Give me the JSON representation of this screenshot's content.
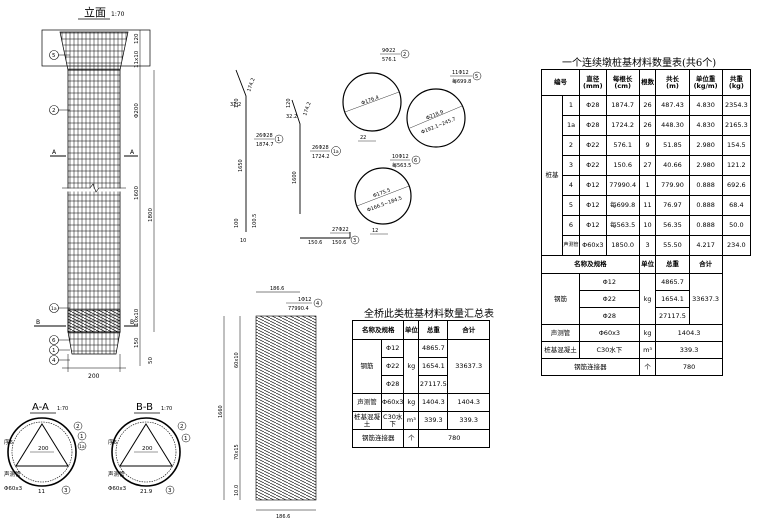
{
  "elevation": {
    "title": "立面",
    "scale": "1:70",
    "dims": {
      "top": "120",
      "flare": "11x10",
      "upper_spacing": "Φ200",
      "mid": "1600",
      "total": "1800",
      "lower_spacing": "10x10",
      "bottom": "150",
      "bottom2": "50",
      "width": "200"
    },
    "section_marks": [
      "A",
      "A",
      "B",
      "B"
    ],
    "callouts": [
      "5",
      "2",
      "1a",
      "6",
      "1",
      "4"
    ]
  },
  "section_aa": {
    "title": "A-A",
    "scale": "1:70",
    "dia": "200",
    "label_sw": "声测管",
    "label_pipe": "Φ60x3",
    "label_ring": "序6",
    "bottom_dim": "11",
    "callouts": [
      "2",
      "1",
      "1a",
      "3"
    ]
  },
  "section_bb": {
    "title": "B-B",
    "scale": "1:70",
    "dia": "200",
    "label_sw": "声测管",
    "label_pipe": "Φ60x3",
    "label_ring": "序6",
    "bottom_dim": "21.9",
    "callouts": [
      "2",
      "1",
      "3"
    ]
  },
  "bar_details": {
    "bar1": {
      "dims": [
        "174.2",
        "120",
        "32.2",
        "1650",
        "100",
        "10",
        "100.5"
      ],
      "spec": "26Φ28",
      "len": "1874.7",
      "mark": "1"
    },
    "bar1a": {
      "dims": [
        "174.2",
        "120",
        "32.2",
        "1600"
      ],
      "spec": "26Φ28",
      "len": "1724.2",
      "mark": "1a"
    },
    "bar2": {
      "spec": "9Φ22",
      "len": "576.1",
      "mark": "2",
      "inner": "Φ176.4",
      "dim": "22"
    },
    "bar5": {
      "spec": "11Φ12",
      "len": "每699.8",
      "mark": "5",
      "inner1": "Φ218.9",
      "inner2": "Φ192.1~245.7"
    },
    "bar6": {
      "spec": "10Φ12",
      "len": "每563.5",
      "mark": "6",
      "inner1": "Φ175.5",
      "inner2": "Φ166.5~184.5",
      "dim": "12"
    },
    "bar3": {
      "spec": "27Φ22",
      "len": "150.6",
      "mark": "3",
      "dim": "150.6",
      "dim2": "12"
    },
    "bar4": {
      "spec": "1Φ12",
      "len": "77990.4",
      "mark": "4",
      "top": "186.6",
      "bottom": "186.6",
      "total": "1660",
      "p1": "60x10",
      "p2": "70x15",
      "p3": "10.0"
    }
  },
  "summary_table": {
    "title": "全桥此类桩基材料数量汇总表",
    "headers": [
      "名称及规格",
      "单位",
      "总重",
      "合计"
    ],
    "rebar_label": "钢筋",
    "rebar_rows": [
      {
        "spec": "Φ12",
        "total": "4865.7"
      },
      {
        "spec": "Φ22",
        "total": "1654.1"
      },
      {
        "spec": "Φ28",
        "total": "27117.5"
      }
    ],
    "rebar_unit": "kg",
    "rebar_sum": "33637.3",
    "pipe": {
      "name": "声测管",
      "spec": "Φ60x3",
      "unit": "kg",
      "total": "1404.3",
      "sum": "1404.3"
    },
    "concrete": {
      "name": "桩基混凝土",
      "spec": "C30水下",
      "unit": "m³",
      "total": "339.3",
      "sum": "339.3"
    },
    "coupler": {
      "name": "钢筋连接器",
      "unit": "个",
      "total": "780"
    }
  },
  "pile_table": {
    "title": "一个连续墩桩基材料数量表(共6个)",
    "headers": [
      "编号",
      "直径\n(mm)",
      "每根长\n(cm)",
      "根数",
      "共长\n(m)",
      "单位重\n(kg/m)",
      "共重\n(kg)"
    ],
    "group_label": "桩基",
    "rows": [
      [
        "1",
        "Φ28",
        "1874.7",
        "26",
        "487.43",
        "4.830",
        "2354.3"
      ],
      [
        "1a",
        "Φ28",
        "1724.2",
        "26",
        "448.30",
        "4.830",
        "2165.3"
      ],
      [
        "2",
        "Φ22",
        "576.1",
        "9",
        "51.85",
        "2.980",
        "154.5"
      ],
      [
        "3",
        "Φ22",
        "150.6",
        "27",
        "40.66",
        "2.980",
        "121.2"
      ],
      [
        "4",
        "Φ12",
        "77990.4",
        "1",
        "779.90",
        "0.888",
        "692.6"
      ],
      [
        "5",
        "Φ12",
        "每699.8",
        "11",
        "76.97",
        "0.888",
        "68.4"
      ],
      [
        "6",
        "Φ12",
        "每563.5",
        "10",
        "56.35",
        "0.888",
        "50.0"
      ],
      [
        "声测管",
        "Φ60x3",
        "1850.0",
        "3",
        "55.50",
        "4.217",
        "234.0"
      ]
    ],
    "sub_headers": [
      "名称及规格",
      "单位",
      "总重",
      "合计"
    ],
    "rebar_label": "钢筋",
    "rebar_rows": [
      {
        "spec": "Φ12",
        "total": "4865.7"
      },
      {
        "spec": "Φ22",
        "total": "1654.1"
      },
      {
        "spec": "Φ28",
        "total": "27117.5"
      }
    ],
    "rebar_unit": "kg",
    "rebar_sum": "33637.3",
    "pipe": {
      "name": "声测管",
      "spec": "Φ60x3",
      "unit": "kg",
      "total": "1404.3"
    },
    "concrete": {
      "name": "桩基混凝土",
      "spec": "C30水下",
      "unit": "m³",
      "total": "339.3"
    },
    "coupler": {
      "name": "钢筋连接器",
      "unit": "个",
      "total": "780"
    }
  }
}
